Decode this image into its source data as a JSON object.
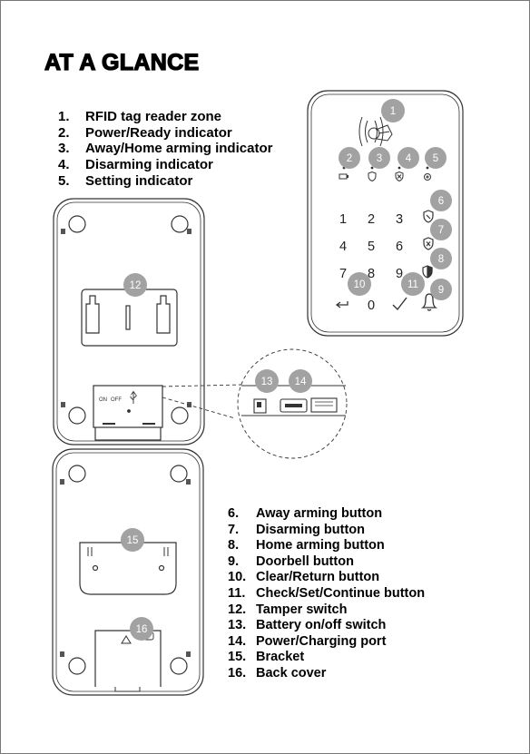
{
  "title": "AT A GLANCE",
  "legend_top": [
    {
      "num": "1.",
      "label": "RFID tag reader zone"
    },
    {
      "num": "2.",
      "label": "Power/Ready indicator"
    },
    {
      "num": "3.",
      "label": "Away/Home arming indicator"
    },
    {
      "num": "4.",
      "label": "Disarming indicator"
    },
    {
      "num": "5.",
      "label": "Setting indicator"
    }
  ],
  "legend_bottom": [
    {
      "num": "6.",
      "label": "Away arming button"
    },
    {
      "num": "7.",
      "label": "Disarming button"
    },
    {
      "num": "8.",
      "label": "Home arming button"
    },
    {
      "num": "9.",
      "label": "Doorbell button"
    },
    {
      "num": "10.",
      "label": "Clear/Return button"
    },
    {
      "num": "11.",
      "label": "Check/Set/Continue button"
    },
    {
      "num": "12.",
      "label": "Tamper switch"
    },
    {
      "num": "13.",
      "label": "Battery on/off switch"
    },
    {
      "num": "14.",
      "label": "Power/Charging port"
    },
    {
      "num": "15.",
      "label": "Bracket"
    },
    {
      "num": "16.",
      "label": "Back cover"
    }
  ],
  "callouts": [
    "1",
    "2",
    "3",
    "4",
    "5",
    "6",
    "7",
    "8",
    "9",
    "10",
    "11",
    "12",
    "13",
    "14",
    "15",
    "16"
  ],
  "keypad": {
    "keys": [
      "1",
      "2",
      "3",
      "4",
      "5",
      "6",
      "7",
      "8",
      "9",
      "0"
    ],
    "icons": {
      "away": "away-arm-shield-icon",
      "disarm": "disarm-shield-icon",
      "home": "home-arm-shield-icon",
      "doorbell": "bell-icon",
      "clear": "return-arrow-icon",
      "check": "checkmark-icon",
      "rfid": "rfid-waves-icon"
    }
  },
  "switch_label": {
    "on": "ON",
    "off": "OFF"
  },
  "colors": {
    "callout": "#a2a2a2",
    "line": "#333333",
    "page_border": "#777777"
  }
}
